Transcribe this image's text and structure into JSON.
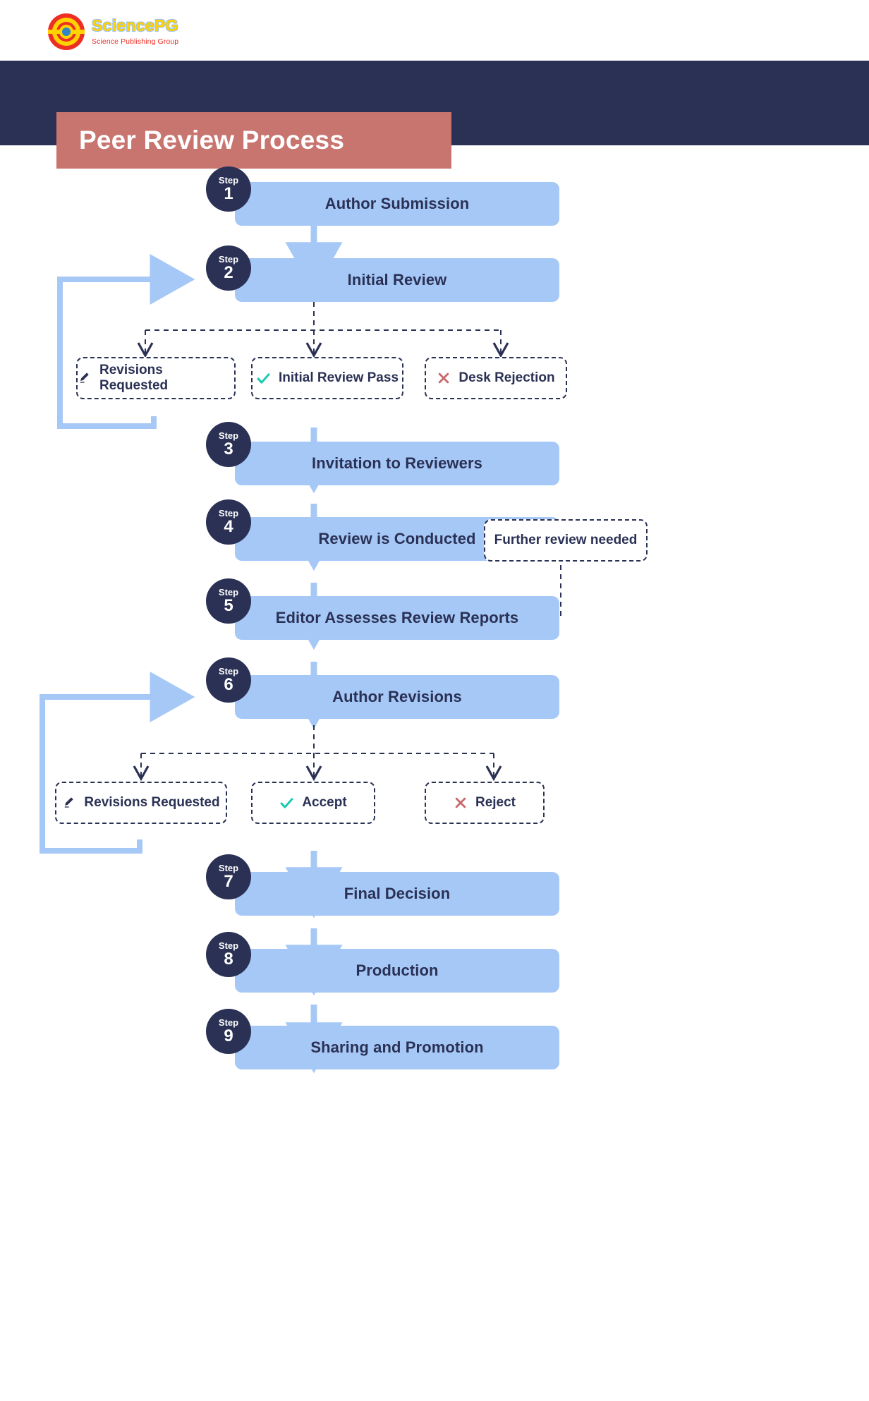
{
  "brand": {
    "name": "SciencePG",
    "tagline": "Science Publishing Group",
    "logo_icon": "sciencepg-circle-logo",
    "title_color": "#ffd200",
    "tagline_color": "#ee2e24"
  },
  "header": {
    "title": "Peer Review Process",
    "band_color": "#2a3154",
    "banner_color": "#c87570",
    "title_color": "#ffffff"
  },
  "theme": {
    "step_box_fill": "#a6c8f7",
    "step_circle_fill": "#2a3154",
    "text_color": "#2a3154",
    "arrow_color": "#a6c8f7",
    "dashed_color": "#2a3154",
    "check_color": "#18c9b0",
    "cross_color": "#c9686a",
    "pencil_color": "#2a3154"
  },
  "flow": {
    "steps": [
      {
        "step_label": "Step",
        "number": "1",
        "label": "Author Submission"
      },
      {
        "step_label": "Step",
        "number": "2",
        "label": "Initial Review"
      },
      {
        "step_label": "Step",
        "number": "3",
        "label": "Invitation to Reviewers"
      },
      {
        "step_label": "Step",
        "number": "4",
        "label": "Review is Conducted"
      },
      {
        "step_label": "Step",
        "number": "5",
        "label": "Editor Assesses Review Reports"
      },
      {
        "step_label": "Step",
        "number": "6",
        "label": "Author Revisions"
      },
      {
        "step_label": "Step",
        "number": "7",
        "label": "Final Decision"
      },
      {
        "step_label": "Step",
        "number": "8",
        "label": "Production"
      },
      {
        "step_label": "Step",
        "number": "9",
        "label": "Sharing and Promotion"
      }
    ],
    "decision_row_1": [
      {
        "icon": "pencil-icon",
        "label": "Revisions Requested"
      },
      {
        "icon": "check-icon",
        "label": "Initial Review Pass"
      },
      {
        "icon": "cross-icon",
        "label": "Desk Rejection"
      }
    ],
    "decision_row_2": [
      {
        "icon": "pencil-icon",
        "label": "Revisions Requested"
      },
      {
        "icon": "check-icon",
        "label": "Accept"
      },
      {
        "icon": "cross-icon",
        "label": "Reject"
      }
    ],
    "side_note": {
      "label": "Further review needed"
    }
  }
}
